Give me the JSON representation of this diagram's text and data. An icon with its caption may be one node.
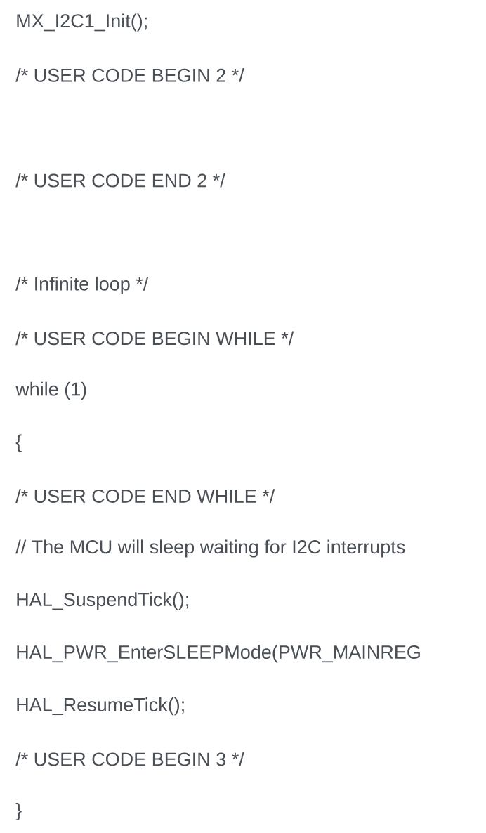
{
  "diagram": {
    "labels": [
      "MX_I2C1_Init();",
      "/* USER CODE BEGIN 2 */",
      "/* USER CODE END 2 */",
      "/* Infinite loop */",
      "/* USER CODE BEGIN WHILE */",
      "while (1)",
      "{",
      "/* USER CODE END WHILE */",
      "// The MCU will sleep waiting for I2C interrupts",
      "HAL_SuspendTick();",
      "HAL_PWR_EnterSLEEPMode(PWR_MAINREG",
      "HAL_ResumeTick();",
      "/* USER CODE BEGIN 3 */",
      "}"
    ]
  }
}
